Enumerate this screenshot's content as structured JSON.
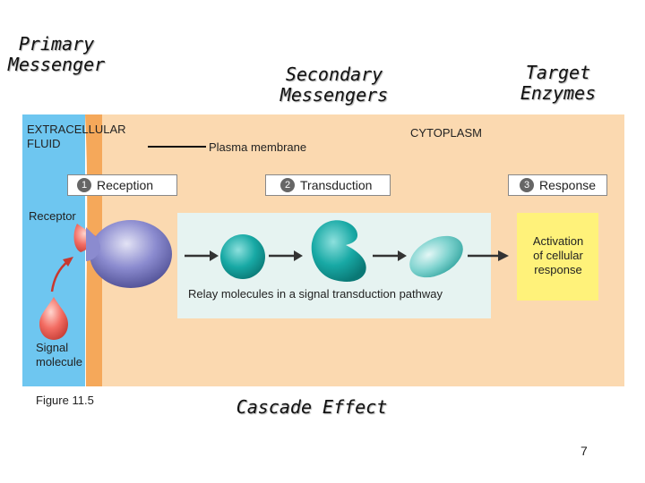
{
  "titles": {
    "primary": "Primary\nMessenger",
    "secondary": "Secondary\nMessengers",
    "target": "Target\nEnzymes",
    "cascade": "Cascade Effect"
  },
  "labels": {
    "extracellular": "EXTRACELLULAR\nFLUID",
    "plasma_membrane": "Plasma membrane",
    "cytoplasm": "CYTOPLASM",
    "receptor": "Receptor",
    "signal_molecule": "Signal\nmolecule",
    "relay": "Relay molecules in a signal transduction pathway",
    "activation": "Activation\nof cellular\nresponse",
    "figure": "Figure 11.5",
    "page_number": "7"
  },
  "steps": [
    {
      "number": "1",
      "label": "Reception"
    },
    {
      "number": "2",
      "label": "Transduction"
    },
    {
      "number": "3",
      "label": "Response"
    }
  ],
  "colors": {
    "extracellular": "#6ec6f0",
    "membrane": "#f5a85a",
    "cytoplasm": "#fbd9b0",
    "relay_panel": "#e6f3f1",
    "activation_box": "#fff27a",
    "receptor": "#7f7fc6",
    "signal": "#f26a60",
    "relay_cell": "#1aa9a6"
  }
}
